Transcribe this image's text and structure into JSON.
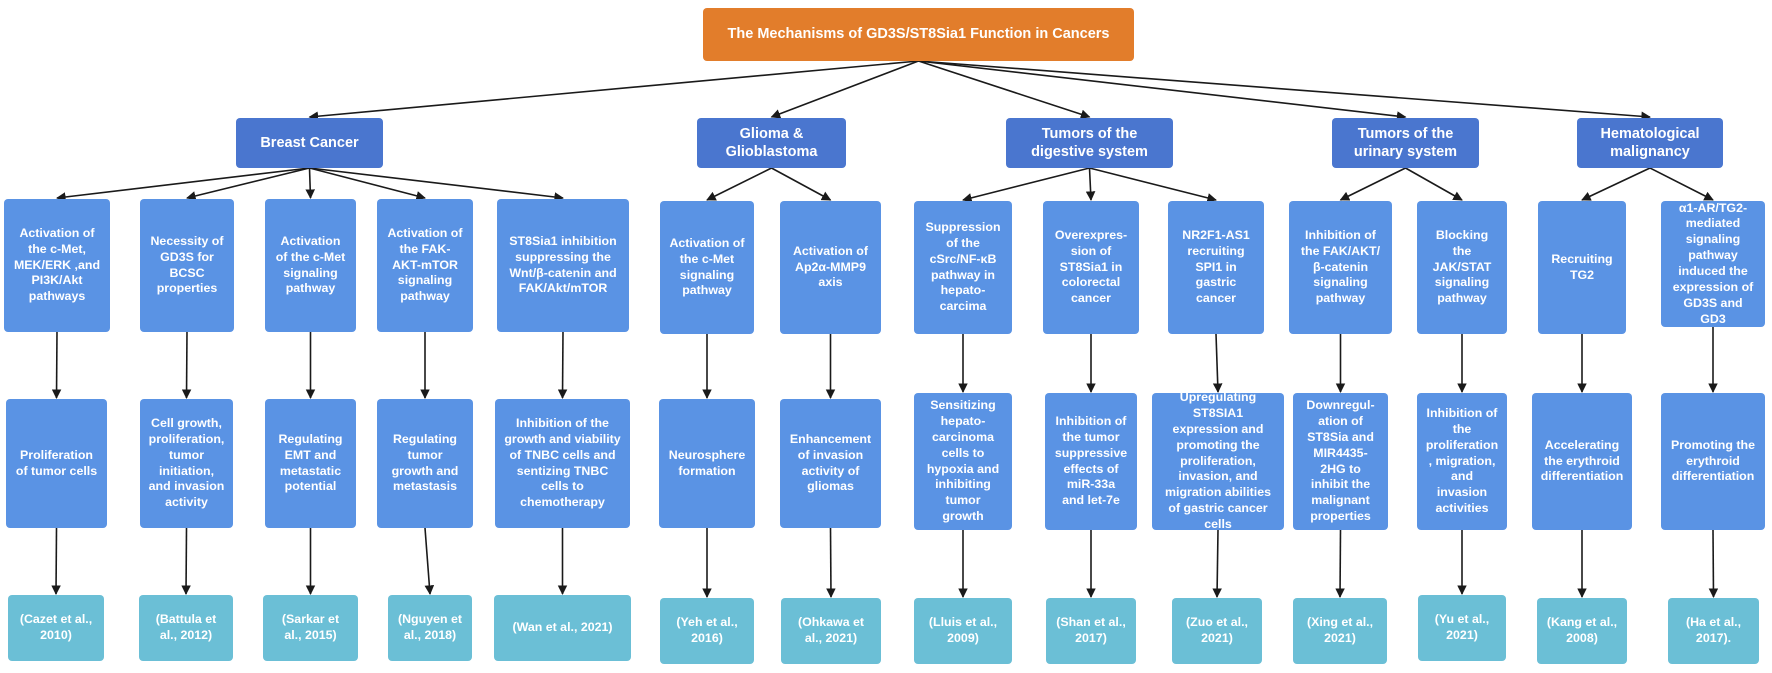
{
  "root": "The Mechanisms of GD3S/ST8Sia1 Function in Cancers",
  "categories": [
    {
      "label": "Breast Cancer"
    },
    {
      "label": "Glioma &\nGlioblastoma"
    },
    {
      "label": "Tumors of the\ndigestive system"
    },
    {
      "label": "Tumors of the\nurinary system"
    },
    {
      "label": "Hematological\nmalignancy"
    }
  ],
  "columns": [
    {
      "mechanism": "Activation of\nthe c-Met,\nMEK/ERK ,and\nPI3K/Akt\npathways",
      "effect": "Proliferation\nof tumor cells",
      "ref": "(Cazet et al.,\n2010)"
    },
    {
      "mechanism": "Necessity of\nGD3S for\nBCSC\nproperties",
      "effect": "Cell growth,\nproliferation,\ntumor\ninitiation,\nand invasion\nactivity",
      "ref": "(Battula et\nal., 2012)"
    },
    {
      "mechanism": "Activation\nof the c-Met\nsignaling\npathway",
      "effect": "Regulating\nEMT and\nmetastatic\npotential",
      "ref": "(Sarkar et\nal., 2015)"
    },
    {
      "mechanism": "Activation of\nthe FAK-\nAKT-mTOR\nsignaling\npathway",
      "effect": "Regulating\ntumor\ngrowth and\nmetastasis",
      "ref": "(Nguyen et\nal., 2018)"
    },
    {
      "mechanism": "ST8Sia1 inhibition\nsuppressing the\nWnt/β-catenin and\nFAK/Akt/mTOR",
      "effect": "Inhibition of the\ngrowth and viability\nof TNBC cells  and\nsentizing TNBC\ncells to\nchemotherapy",
      "ref": "(Wan et al., 2021)"
    },
    {
      "mechanism": "Activation of\nthe c-Met\nsignaling\npathway",
      "effect": "Neurosphere\nformation",
      "ref": "(Yeh et al.,\n2016)"
    },
    {
      "mechanism": "Activation of\nAp2α-MMP9\naxis",
      "effect": "Enhancement\nof invasion\nactivity of\ngliomas",
      "ref": "(Ohkawa et\nal., 2021)"
    },
    {
      "mechanism": "Suppression\nof the\ncSrc/NF-κB\npathway in\nhepato-\ncarcima",
      "effect": "Sensitizing\nhepato-\ncarcinoma\ncells to\nhypoxia and\ninhibiting\ntumor\ngrowth",
      "ref": "(Lluis et al.,\n2009)"
    },
    {
      "mechanism": "Overexpres-\nsion of\nST8Sia1 in\ncolorectal\ncancer",
      "effect": "Inhibition of\nthe tumor\nsuppressive\neffects of\nmiR-33a\nand let-7e",
      "ref": "(Shan et al.,\n2017)"
    },
    {
      "mechanism": "NR2F1-AS1\nrecruiting\nSPI1 in\ngastric\ncancer",
      "effect": "Upregulating\nST8SIA1\nexpression and\npromoting the\nproliferation,\ninvasion, and\nmigration abilities\nof gastric cancer\ncells",
      "ref": "(Zuo et al.,\n2021)"
    },
    {
      "mechanism": "Inhibition of\nthe FAK/AKT/\nβ-catenin\nsignaling\npathway",
      "effect": "Downregul-\nation of\nST8Sia and\nMIR4435-\n2HG to\ninhibit the\nmalignant\nproperties",
      "ref": "(Xing et al.,\n2021)"
    },
    {
      "mechanism": "Blocking\nthe\nJAK/STAT\nsignaling\npathway",
      "effect": "Inhibition of\nthe\nproliferation\n, migration,\nand\ninvasion\nactivities",
      "ref": "(Yu et al.,\n2021)"
    },
    {
      "mechanism": "Recruiting\nTG2",
      "effect": "Accelerating\nthe erythroid\ndifferentiation",
      "ref": "(Kang et al.,\n2008)"
    },
    {
      "mechanism": "α1-AR/TG2-\nmediated\nsignaling\npathway\ninduced the\nexpression of\nGD3S and\nGD3",
      "effect": "Promoting the\nerythroid\ndifferentiation",
      "ref": "(Ha et al.,\n2017)."
    }
  ],
  "colors": {
    "root": "#e27d2b",
    "category": "#4a76cf",
    "node": "#5a93e4",
    "reference": "#6bbfd6",
    "edge": "#1a1a1a"
  }
}
